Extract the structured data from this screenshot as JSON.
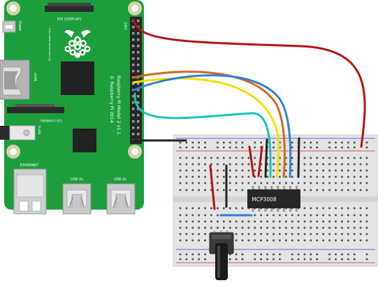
{
  "board": {
    "model_text": "Raspberry Pi Model 2 v1.1",
    "copyright_text": "© Raspberry Pi 2014",
    "dsi_label": "DSI (DISPLAY)",
    "csi_label": "CSI (CAMERA)",
    "hdmi_label": "HDMI",
    "power_label": "Power",
    "audio_label": "Audio",
    "gpio_label": "GPIO",
    "ethernet_label": "ETHERNET",
    "usb1_label": "USB 2x",
    "usb2_label": "USB 2x",
    "url_text": "http://www.raspberrypi.org"
  },
  "chip": {
    "label": "MCP3008"
  },
  "colors": {
    "pcb_green": "#1c9e3c",
    "wire_red": "#b41414",
    "wire_orange": "#d2691e",
    "wire_yellow": "#f0e000",
    "wire_blue": "#2f7fd6",
    "wire_cyan": "#19c3b7",
    "wire_black": "#222222",
    "rail_red": "#e05050",
    "rail_blue": "#4f6ee0"
  },
  "icons": [
    "raspberry-logo-icon",
    "mounting-hole-icon",
    "potentiometer-icon"
  ]
}
